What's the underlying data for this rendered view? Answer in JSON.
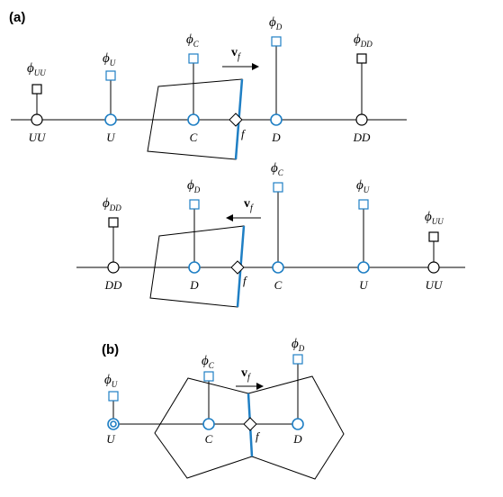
{
  "panel_a": {
    "label": "(a)",
    "row1": {
      "nodes": [
        "UU",
        "U",
        "C",
        "D",
        "DD"
      ],
      "phi_symbol": "ϕ",
      "phi_subs": [
        "UU",
        "U",
        "C",
        "D",
        "DD"
      ],
      "face": "f",
      "velocity": "v",
      "velocity_sub": "f",
      "flow_direction": "right"
    },
    "row2": {
      "nodes": [
        "DD",
        "D",
        "C",
        "U",
        "UU"
      ],
      "phi_symbol": "ϕ",
      "phi_subs": [
        "DD",
        "D",
        "C",
        "U",
        "UU"
      ],
      "face": "f",
      "velocity": "v",
      "velocity_sub": "f",
      "flow_direction": "left"
    }
  },
  "panel_b": {
    "label": "(b)",
    "nodes": [
      "U",
      "C",
      "D"
    ],
    "phi_symbol": "ϕ",
    "phi_subs": [
      "U",
      "C",
      "D"
    ],
    "face": "f",
    "velocity": "v",
    "velocity_sub": "f",
    "flow_direction": "right"
  },
  "colors": {
    "accent": "#1f7fc4",
    "line": "#000000",
    "background": "#ffffff"
  }
}
